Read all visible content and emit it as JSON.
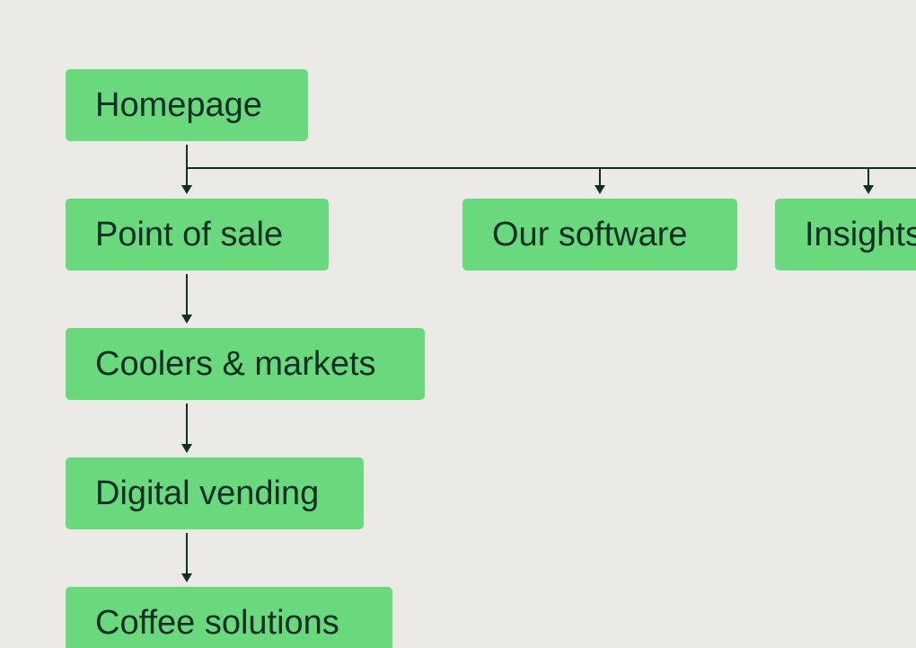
{
  "colors": {
    "background": "#ECEAE6",
    "node_fill": "#6AD87D",
    "text": "#0F2F24",
    "line": "#0F2F24"
  },
  "nodes": {
    "homepage": "Homepage",
    "point_of_sale": "Point of sale",
    "our_software": "Our software",
    "insights": "Insights",
    "coolers_markets": "Coolers & markets",
    "digital_vending": "Digital vending",
    "coffee_solutions": "Coffee solutions"
  },
  "edges": [
    [
      "homepage",
      "point_of_sale"
    ],
    [
      "homepage",
      "our_software"
    ],
    [
      "homepage",
      "insights"
    ],
    [
      "point_of_sale",
      "coolers_markets"
    ],
    [
      "coolers_markets",
      "digital_vending"
    ],
    [
      "digital_vending",
      "coffee_solutions"
    ]
  ]
}
